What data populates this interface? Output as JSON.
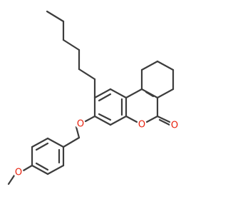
{
  "diagram": {
    "kind": "skeletal-structure",
    "atom_labels": {
      "ether_oxygen": "O",
      "ring_oxygen": "O",
      "carbonyl_oxygen": "O",
      "methoxy_oxygen": "O"
    },
    "colors": {
      "bond": "#3c3c3c",
      "oxygen": "#e8200c",
      "background": "#ffffff"
    }
  }
}
